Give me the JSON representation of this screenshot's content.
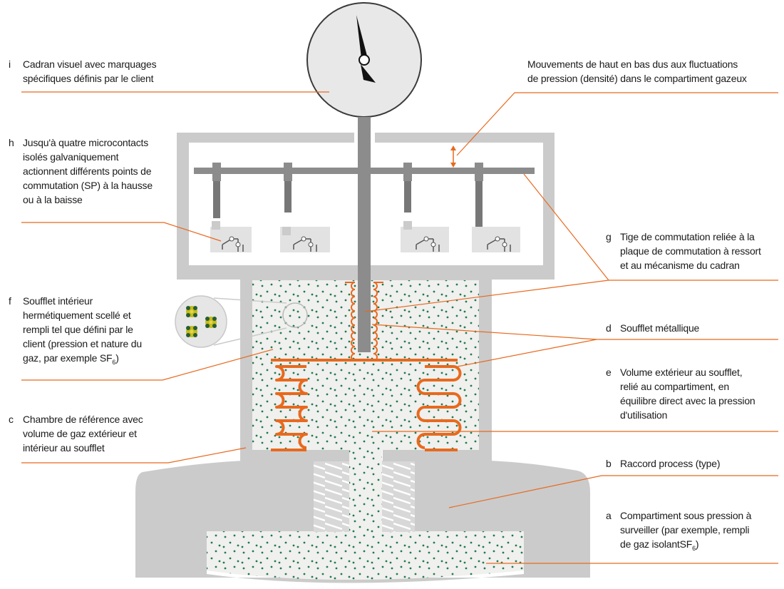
{
  "colors": {
    "housing": "#cbcbcb",
    "housing_light": "#e6e6e6",
    "gas_fill": "#f0f0ee",
    "gas_dots": "#1f7a4f",
    "bellows": "#e8691e",
    "leader": "#e8691e",
    "rod": "#8c8c8c",
    "needle": "#111111"
  },
  "labels": [
    {
      "id": "i",
      "letter": "i",
      "lines": [
        "Cadran visuel avec marquages",
        "spécifiques définis par le client"
      ]
    },
    {
      "id": "h",
      "letter": "h",
      "lines": [
        "Jusqu'à quatre microcontacts",
        "isolés galvaniquement",
        "actionnent différents points de",
        "commutation (SP) à la hausse",
        "ou à la baisse"
      ]
    },
    {
      "id": "f",
      "letter": "f",
      "lines": [
        "Soufflet intérieur",
        "hermétiquement scellé et",
        "rempli tel que défini par le",
        "client (pression et nature du"
      ],
      "last_line": {
        "text": "gaz, par exemple SF",
        "sub": "6",
        "after": ")"
      }
    },
    {
      "id": "c",
      "letter": "c",
      "lines": [
        "Chambre de référence avec",
        "volume de gaz extérieur et",
        "intérieur au soufflet"
      ]
    },
    {
      "id": "top",
      "letter": "",
      "lines": [
        "Mouvements de haut en bas dus aux fluctuations",
        "de pression (densité) dans le compartiment gazeux"
      ]
    },
    {
      "id": "g",
      "letter": "g",
      "lines": [
        "Tige de commutation reliée à la",
        "plaque de commutation à ressort",
        "et au mécanisme du cadran"
      ]
    },
    {
      "id": "d",
      "letter": "d",
      "lines": [
        "Soufflet métallique"
      ]
    },
    {
      "id": "e",
      "letter": "e",
      "lines": [
        "Volume extérieur au soufflet,",
        "relié au compartiment, en",
        "équilibre direct avec la pression",
        "d'utilisation"
      ]
    },
    {
      "id": "b",
      "letter": "b",
      "lines": [
        "Raccord process (type)"
      ]
    },
    {
      "id": "a",
      "letter": "a",
      "lines": [
        "Compartiment sous pression à",
        "surveiller (par exemple, rempli"
      ],
      "last_line": {
        "text": "de gaz isolantSF",
        "sub": "6",
        "after": ")"
      }
    }
  ]
}
